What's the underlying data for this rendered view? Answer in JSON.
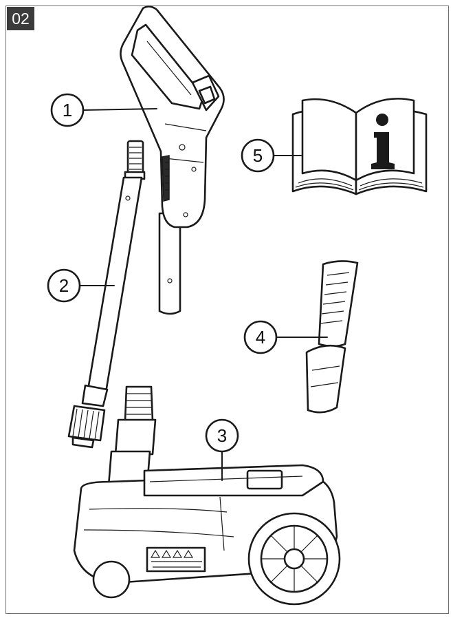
{
  "figure": {
    "number": "02",
    "callouts": [
      {
        "label": "1",
        "part": "handle-gun"
      },
      {
        "label": "2",
        "part": "lance"
      },
      {
        "label": "3",
        "part": "main-unit"
      },
      {
        "label": "4",
        "part": "nozzle"
      },
      {
        "label": "5",
        "part": "manual-book"
      }
    ],
    "icons": [
      "info-icon"
    ],
    "colors": {
      "line": "#1a1a1a",
      "badge": "#3b3b3b",
      "frame": "#6e6e6e"
    }
  }
}
